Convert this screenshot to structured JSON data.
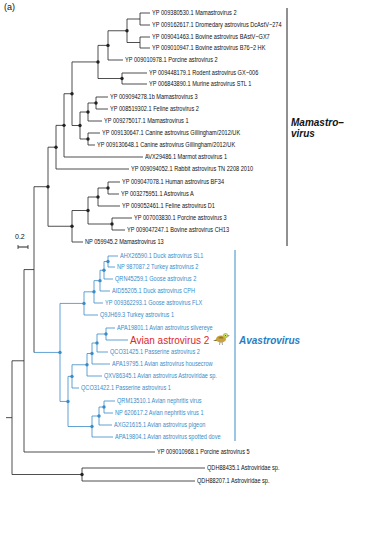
{
  "diagram": {
    "labels": [
      "(a)",
      "YP 009380530.1 Mamastrovirus 2",
      "YP 009162617.1 Dromedary astrovirus DcAstV−274",
      "YP 009041463.1 Bovine astrovirus BAstV−GX7",
      "YP 009010947.1 Bovine astrovirus B76−2 HK",
      "YP 009010978.1 Porcine astrovirus 2",
      "YP 009448179.1 Rodent astrovirus GX−006",
      "YP 006843890.1 Murine astrovirus STL 1",
      "YP 009094278.1b Mamastrovirus 3",
      "YP 008519302.1 Feline astrovirus 2",
      "YP 009275017.1 Mamastrovirus 1",
      "YP 009130647.1 Canine astrovirus Gillingham/2012/UK",
      "YP 009130648.1 Canine astrovirus Gillingham/2012/UK",
      "AVX29486.1 Marmot astrovirus 1",
      "YP 009094052.1 Rabbit astrovirus TN 2208 2010",
      "YP 009047078.1 Human astrovirus BF34",
      "YP 003275951.1 Astrovirus A",
      "YP 009052461.1 Feline astrovirus D1",
      "YP 007003830.1 Porcine astrovirus 3",
      "YP 009047247.1 Bovine astrovirus CH13",
      "NP 059945.2 Mamastrovirus 13",
      "AHX26590.1 Duck astrovirus SL1",
      "NP 987087.2 Turkey astrovirus 2",
      "QRN45259.1 Goose astrovirus 2",
      "AID55205.1 Duck astrovirus CPH",
      "YP 009362293.1 Goose astrovirus FLX",
      "Q9JH69.3 Turkey astrovirus 1",
      "APA19801.1 Avian astrovirus silvereye",
      "Avian astrovirus 2",
      "QCO31425.1 Passerine astrovirus 2",
      "APA19795.1 Avian astrovirus housecrow",
      "QXV86345.1 Avian astrovirus Astroviridae sp.",
      "QCO31422.1 Passerine astrovirus 1",
      "QRM13510.1 Avian nephritis virus",
      "NP 620617.2 Avian nephritis virus 1",
      "AXG21615.1 Avian astrovirus pigeon",
      "APA19804.1 Avian astrovirus spotted dove",
      "YP 009010968.1 Porcine astrovirus 5",
      "QDH88435.1 Astroviridae sp.",
      "QDH88207.1 Astroviridae sp.",
      "Mamastro– virus",
      "Avastrovirus",
      "0.2"
    ]
  }
}
